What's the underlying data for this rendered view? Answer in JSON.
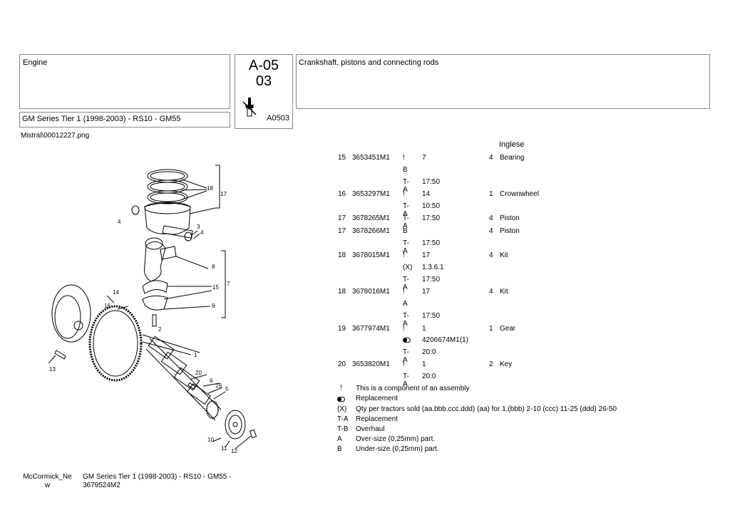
{
  "header": {
    "group": "Engine",
    "series": "GM Series Tier 1 (1998-2003) - RS10 - GM55",
    "code_line1": "A-05",
    "code_line2": "03",
    "code_small": "A0503",
    "description": "Crankshaft, pistons and connecting rods"
  },
  "filename": "Mistral\\00012227.png",
  "language": "Inglese",
  "rows": [
    {
      "no": "15",
      "pn": "3653451M1",
      "mark": "!",
      "val": "7",
      "qty": "4",
      "desc": "Bearing"
    },
    {
      "no": "",
      "pn": "",
      "mark": "B",
      "val": "",
      "qty": "",
      "desc": ""
    },
    {
      "no": "",
      "pn": "",
      "mark": "T-A",
      "val": "17:50",
      "qty": "",
      "desc": ""
    },
    {
      "no": "16",
      "pn": "3653297M1",
      "mark": "!",
      "val": "14",
      "qty": "1",
      "desc": "Crownwheel"
    },
    {
      "no": "",
      "pn": "",
      "mark": "T-A",
      "val": "10:50",
      "qty": "",
      "desc": ""
    },
    {
      "no": "17",
      "pn": "3678265M1",
      "mark": "T-A",
      "val": "17:50",
      "qty": "4",
      "desc": "Piston"
    },
    {
      "no": "17",
      "pn": "3678266M1",
      "mark": "B",
      "val": "",
      "qty": "4",
      "desc": "Piston"
    },
    {
      "no": "",
      "pn": "",
      "mark": "T-A",
      "val": "17:50",
      "qty": "",
      "desc": ""
    },
    {
      "no": "18",
      "pn": "3678015M1",
      "mark": "!",
      "val": "17",
      "qty": "4",
      "desc": "Kit"
    },
    {
      "no": "",
      "pn": "",
      "mark": "(X)",
      "val": "1.3.6.1",
      "qty": "",
      "desc": ""
    },
    {
      "no": "",
      "pn": "",
      "mark": "T-A",
      "val": "17:50",
      "qty": "",
      "desc": ""
    },
    {
      "no": "18",
      "pn": "3678016M1",
      "mark": "!",
      "val": "17",
      "qty": "4",
      "desc": "Kit"
    },
    {
      "no": "",
      "pn": "",
      "mark": "A",
      "val": "",
      "qty": "",
      "desc": ""
    },
    {
      "no": "",
      "pn": "",
      "mark": "T-A",
      "val": "17:50",
      "qty": "",
      "desc": ""
    },
    {
      "no": "19",
      "pn": "3677974M1",
      "mark": "!",
      "val": "1",
      "qty": "1",
      "desc": "Gear"
    },
    {
      "no": "",
      "pn": "",
      "mark": "replacement-icon",
      "val": "4206674M1(1)",
      "qty": "",
      "desc": ""
    },
    {
      "no": "",
      "pn": "",
      "mark": "T-A",
      "val": "20:0",
      "qty": "",
      "desc": ""
    },
    {
      "no": "20",
      "pn": "3653820M1",
      "mark": "!",
      "val": "1",
      "qty": "2",
      "desc": "Key"
    },
    {
      "no": "",
      "pn": "",
      "mark": "T-A",
      "val": "20:0",
      "qty": "",
      "desc": ""
    }
  ],
  "legend": [
    {
      "sym": "!",
      "text": "This is a component of an assembly"
    },
    {
      "sym": "replacement-icon",
      "text": "Replacement"
    },
    {
      "sym": "(X)",
      "text": "Qty per tractors sold  (aa.bbb.ccc.ddd) (aa) for 1,(bbb) 2-10 (ccc) 11-25 (ddd) 26-50"
    },
    {
      "sym": "T-A",
      "text": "Replacement"
    },
    {
      "sym": "T-B",
      "text": "Overhaul"
    },
    {
      "sym": "A",
      "text": "Over-size (0,25mm) part."
    },
    {
      "sym": "B",
      "text": "Under-size (0,25mm) part."
    }
  ],
  "diagram_labels": [
    "18",
    "17",
    "4",
    "3",
    "4",
    "8",
    "7",
    "15",
    "14",
    "16",
    "9",
    "1",
    "13",
    "2",
    "20",
    "6",
    "19",
    "5",
    "10",
    "11",
    "12"
  ],
  "footer": {
    "brand": "McCormick_New",
    "series": "GM Series Tier 1 (1998-2003) - RS10 - GM55 - 3679524M2"
  }
}
